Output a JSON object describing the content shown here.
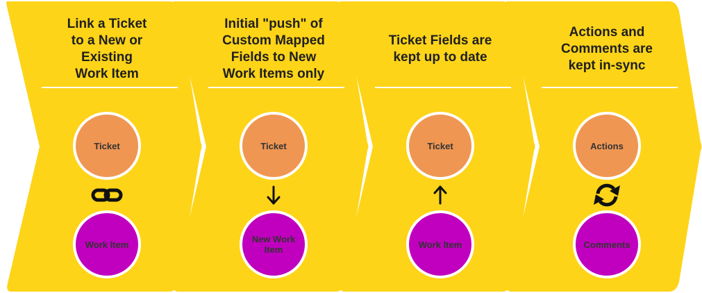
{
  "colors": {
    "chevron_fill": "#FDD418",
    "divider": "#ffffff",
    "top_circle": "#EF9653",
    "bottom_circle": "#C000BE",
    "circle_ring": "#ffffff",
    "connector": "#111111"
  },
  "steps": [
    {
      "title": "Link a Ticket\nto a New or\nExisting\nWork Item",
      "top_node": "Ticket",
      "bottom_node": "Work Item",
      "connector_icon": "link-icon"
    },
    {
      "title": "Initial \"push\" of\nCustom Mapped\nFields to New\nWork Items only",
      "top_node": "Ticket",
      "bottom_node": "New Work\nItem",
      "connector_icon": "arrow-down-icon"
    },
    {
      "title": "Ticket Fields are\nkept up to date",
      "top_node": "Ticket",
      "bottom_node": "Work Item",
      "connector_icon": "arrow-up-icon"
    },
    {
      "title": "Actions and\nComments are\nkept in-sync",
      "top_node": "Actions",
      "bottom_node": "Comments",
      "connector_icon": "sync-icon"
    }
  ]
}
